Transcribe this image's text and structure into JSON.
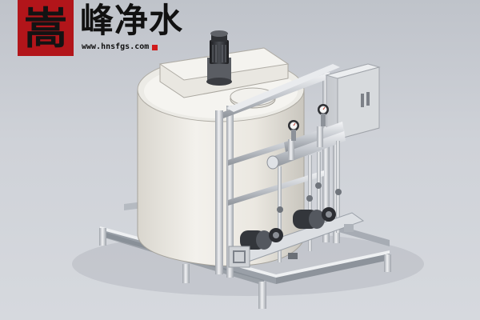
{
  "logo": {
    "mark_char": "嵩",
    "name": "峰净水",
    "url": "www.hnsfgs.com"
  },
  "colors": {
    "brand_red": "#b2151a",
    "brand_dot": "#d01b1b",
    "logo_text": "#111111",
    "tank_body": "#e7e4dc",
    "frame_steel": "#c8ccd2",
    "cabinet": "#d9dce0",
    "motor": "#2a2c30"
  },
  "icons": {
    "logo_mark": "calligraphy-seal",
    "equipment": "chemical-dosing-skid"
  }
}
